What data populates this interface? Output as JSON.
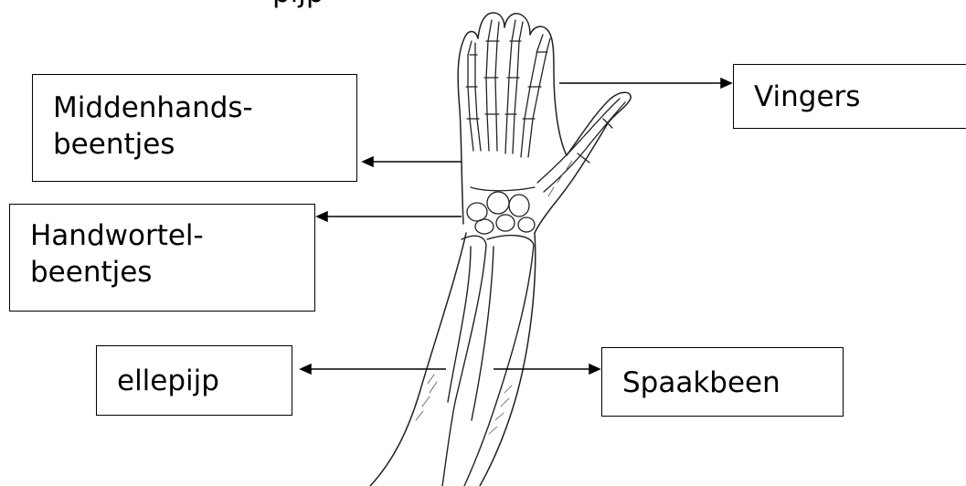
{
  "top_partial_text": "pijp",
  "labels": {
    "middenhands": "Middenhands-\nbeentjes",
    "handwortel": "Handwortel-\nbeentjes",
    "vingers": "Vingers",
    "ellepijp": "ellepijp",
    "spaakbeen": "Spaakbeen"
  },
  "colors": {
    "ink": "#000000",
    "background": "#ffffff"
  }
}
